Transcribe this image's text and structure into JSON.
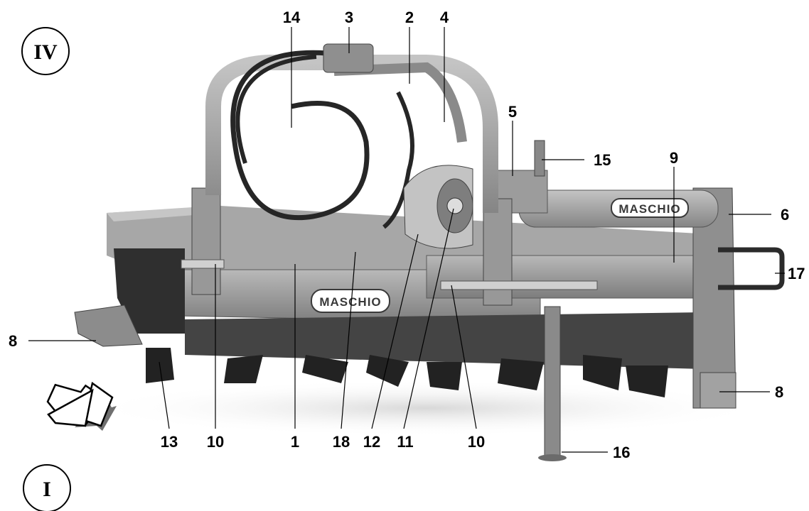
{
  "section_markers": {
    "top": "IV",
    "bottom": "I"
  },
  "brand_logo": "MASCHIO",
  "callouts": {
    "c14": "14",
    "c3": "3",
    "c2": "2",
    "c4": "4",
    "c5": "5",
    "c15": "15",
    "c9": "9",
    "c6": "6",
    "c17": "17",
    "c8_left": "8",
    "c8_right": "8",
    "c13": "13",
    "c10_left": "10",
    "c1": "1",
    "c18": "18",
    "c12": "12",
    "c11": "11",
    "c10_right": "10",
    "c16": "16"
  },
  "colors": {
    "machine_body": "#9a9a9a",
    "machine_dark": "#3c3c3c",
    "ink": "#000000"
  }
}
